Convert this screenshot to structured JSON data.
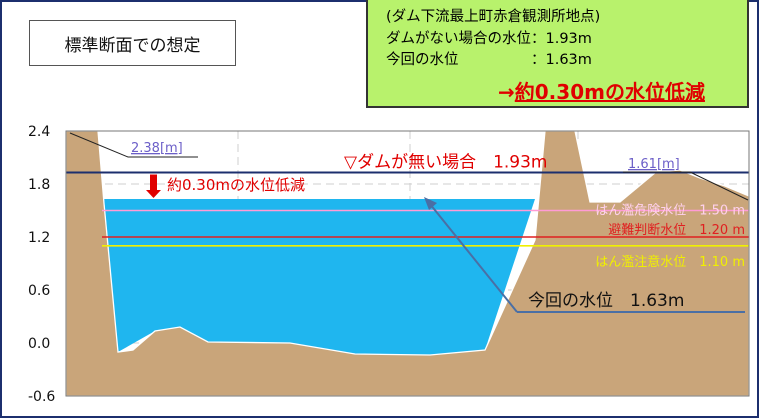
{
  "title": "標準断面での想定",
  "info": {
    "line1": "(ダム下流最上町赤倉観測所地点)",
    "line2": "ダムがない場合の水位：1.93m",
    "line3": "今回の水位　　　　　：1.63m",
    "result_arrow": "→",
    "result": "約0.30mの水位低減"
  },
  "colors": {
    "frame": "#1c2f6e",
    "info_bg": "#b8f26c",
    "ground": "#c9a57a",
    "water": "#1fb6ef",
    "no_dam_line": "#1c2f6e",
    "danger_line": "#ff9bd6",
    "evacuation_line": "#e02020",
    "caution_line": "#f0f000",
    "accent_red": "#e00000"
  },
  "chart_data": {
    "type": "area",
    "y_tick_labels": [
      "2.4",
      "1.8",
      "1.2",
      "0.6",
      "0.0",
      "-0.6"
    ],
    "ylim": [
      -0.6,
      2.4
    ],
    "grid": true,
    "levels": [
      {
        "name": "▽ダムが無い場合　1.93m",
        "value": 1.93,
        "color": "#1c2f6e"
      },
      {
        "name": "はん濫危険水位　1.50 m",
        "value": 1.5,
        "color": "#ff9bd6"
      },
      {
        "name": "避難判断水位　1.20 m",
        "value": 1.2,
        "color": "#e02020"
      },
      {
        "name": "はん濫注意水位　1.10 m",
        "value": 1.1,
        "color": "#f0f000"
      }
    ],
    "current_water_level": {
      "label": "今回の水位　1.63m",
      "value": 1.63
    },
    "reduction_label": "約0.30mの水位低減",
    "bank_labels": [
      {
        "text": "2.38[m]",
        "value": 2.38,
        "side": "left"
      },
      {
        "text": "1.61[m]",
        "value": 1.61,
        "side": "right"
      }
    ]
  }
}
